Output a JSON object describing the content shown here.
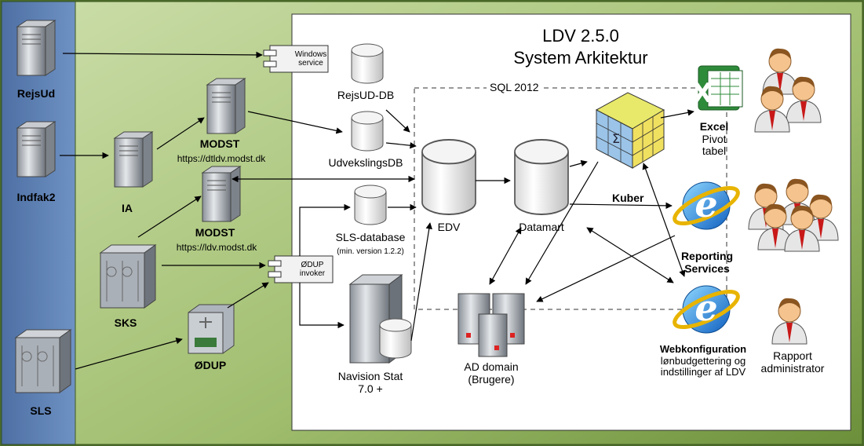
{
  "title": {
    "line1": "LDV 2.5.0",
    "line2": "System Arkitektur"
  },
  "sql_box": {
    "label": "SQL 2012"
  },
  "sources": {
    "rejsud": "RejsUd",
    "indfak2": "Indfak2",
    "ia": "IA",
    "sks": "SKS",
    "sls": "SLS",
    "odup": "ØDUP"
  },
  "modst1": {
    "name": "MODST",
    "url": "https://dtldv.modst.dk"
  },
  "modst2": {
    "name": "MODST",
    "url": "https://ldv.modst.dk"
  },
  "windows_service": {
    "line1": "Windows",
    "line2": "service"
  },
  "odup_invoker": {
    "line1": "ØDUP",
    "line2": "invoker"
  },
  "databases": {
    "rejsud_db": "RejsUD-DB",
    "udveksling_db": "UdvekslingsDB",
    "sls_db": "SLS-database",
    "sls_db_note": "(min. version 1.2.2)",
    "edv": "EDV",
    "datamart": "Datamart"
  },
  "navision": {
    "line1": "Navision Stat",
    "line2": "7.0 +"
  },
  "ad": {
    "line1": "AD domain",
    "line2": "(Brugere)"
  },
  "kuber": "Kuber",
  "excel": {
    "line1": "Excel",
    "line2": "Pivot",
    "line3": "tabel"
  },
  "reporting": {
    "line1": "Reporting",
    "line2": "Services"
  },
  "webkonf": {
    "line1": "Webkonfiguration",
    "line2": "lønbudgettering og",
    "line3": "indstillinger af LDV"
  },
  "rapport": {
    "line1": "Rapport",
    "line2": "administrator"
  },
  "colors": {
    "blue_panel": "#5b7fb2",
    "green_panel": "#a9c47b",
    "white_panel": "#ffffff",
    "border": "#3d5a1d"
  }
}
